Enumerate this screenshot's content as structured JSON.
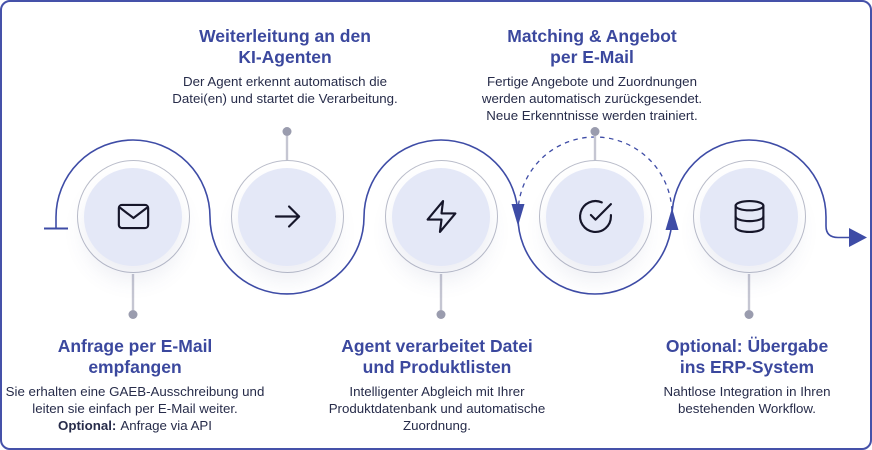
{
  "page": {
    "background": "#FFFFFF",
    "border_color": "#4551A9",
    "accent_color": "#3E4CA6",
    "heading_color": "#3B489E",
    "body_text_color": "#272C4A",
    "circle_fill_color": "#E4E8F7",
    "ring_color": "#BABDCA",
    "connector_color": "#C5C6D2",
    "dot_color": "#9A9CAE",
    "icon_color": "#16162A"
  },
  "diagram": {
    "type": "process-flow",
    "steps": [
      {
        "icon": "mail-icon",
        "text_position": "bottom",
        "title_lines": [
          "Anfrage per E-Mail",
          "empfangen"
        ],
        "desc_lines": [
          "Sie erhalten eine GAEB-Ausschreibung und",
          "leiten sie einfach per E-Mail weiter."
        ],
        "desc_optional": {
          "bold": "Optional:",
          "text": "Anfrage via API"
        }
      },
      {
        "icon": "arrow-right-icon",
        "text_position": "top",
        "title_lines": [
          "Weiterleitung an den",
          "KI-Agenten"
        ],
        "desc_lines": [
          "Der Agent erkennt automatisch die",
          "Datei(en) und startet die Verarbeitung."
        ]
      },
      {
        "icon": "zap-icon",
        "text_position": "bottom",
        "title_lines": [
          "Agent verarbeitet Datei",
          "und Produktlisten"
        ],
        "desc_lines": [
          "Intelligenter Abgleich mit Ihrer",
          "Produktdatenbank und automatische",
          "Zuordnung."
        ]
      },
      {
        "icon": "check-circle-icon",
        "text_position": "top",
        "title_lines": [
          "Matching & Angebot",
          "per E-Mail"
        ],
        "desc_lines": [
          "Fertige Angebote und Zuordnungen",
          "werden automatisch zurückgesendet.",
          "Neue Erkenntnisse werden trainiert."
        ]
      },
      {
        "icon": "database-icon",
        "text_position": "bottom",
        "title_lines": [
          "Optional: Übergabe",
          "ins ERP-System"
        ],
        "desc_lines": [
          "Nahtlose Integration in Ihren",
          "bestehenden Workflow."
        ]
      }
    ]
  }
}
